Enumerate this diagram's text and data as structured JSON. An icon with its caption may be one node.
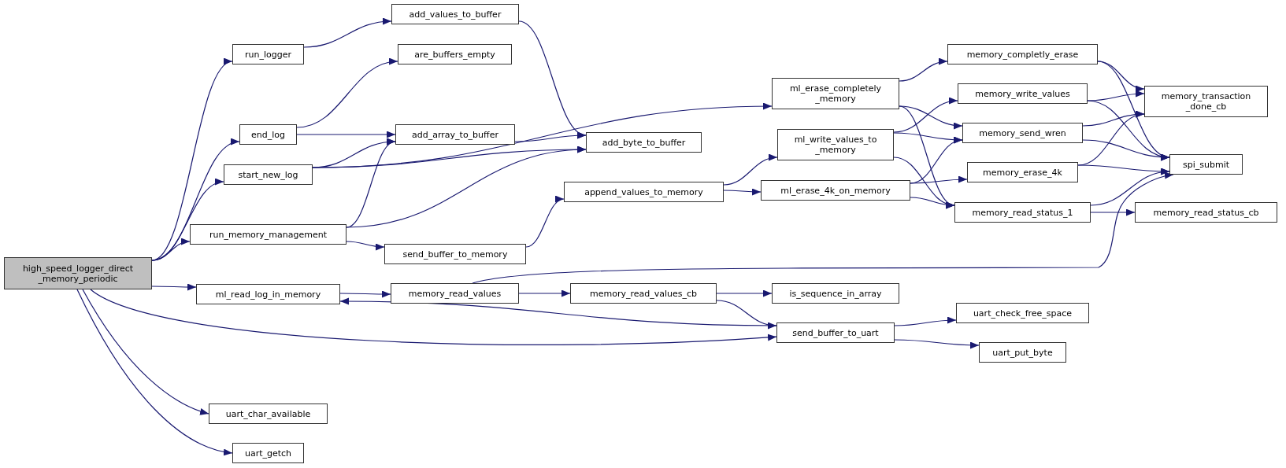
{
  "diagram": {
    "nodes": [
      {
        "text": [
          "high_speed_logger_direct _memory_periodic"
        ]
      },
      {
        "text": [
          "run_logger"
        ]
      },
      {
        "text": [
          "end_log"
        ]
      },
      {
        "text": [
          "start_new_log"
        ]
      },
      {
        "text": [
          "run_memory_management"
        ]
      },
      {
        "text": [
          "ml_read_log_in_memory"
        ]
      },
      {
        "text": [
          "uart_char_available"
        ]
      },
      {
        "text": [
          "uart_getch"
        ]
      },
      {
        "text": [
          "add_values_to_buffer"
        ]
      },
      {
        "text": [
          "are_buffers_empty"
        ]
      },
      {
        "text": [
          "add_array_to_buffer"
        ]
      },
      {
        "text": [
          "add_byte_to_buffer"
        ]
      },
      {
        "text": [
          "send_buffer_to_memory"
        ]
      },
      {
        "text": [
          "append_values_to_memory"
        ]
      },
      {
        "text": [
          "memory_read_values"
        ]
      },
      {
        "text": [
          "memory_read_values_cb"
        ]
      },
      {
        "text": [
          "ml_erase_completely _memory"
        ]
      },
      {
        "text": [
          "ml_write_values_to _memory"
        ]
      },
      {
        "text": [
          "ml_erase_4k_on_memory"
        ]
      },
      {
        "text": [
          "is_sequence_in_array"
        ]
      },
      {
        "text": [
          "send_buffer_to_uart"
        ]
      },
      {
        "text": [
          "memory_completly_erase"
        ]
      },
      {
        "text": [
          "memory_write_values"
        ]
      },
      {
        "text": [
          "memory_send_wren"
        ]
      },
      {
        "text": [
          "memory_erase_4k"
        ]
      },
      {
        "text": [
          "memory_read_status_1"
        ]
      },
      {
        "text": [
          "memory_transaction _done_cb"
        ]
      },
      {
        "text": [
          "spi_submit"
        ]
      },
      {
        "text": [
          "memory_read_status_cb"
        ]
      },
      {
        "text": [
          "uart_check_free_space"
        ]
      },
      {
        "text": [
          "uart_put_byte"
        ]
      }
    ],
    "edges": [
      {
        "from": 0,
        "to": 1,
        "arrow": "to"
      },
      {
        "from": 0,
        "to": 2,
        "arrow": "to"
      },
      {
        "from": 0,
        "to": 3,
        "arrow": "to"
      },
      {
        "from": 0,
        "to": 4,
        "arrow": "to"
      },
      {
        "from": 0,
        "to": 5,
        "arrow": "to"
      },
      {
        "from": 0,
        "to": 20,
        "arrow": "to"
      },
      {
        "from": 0,
        "to": 6,
        "arrow": "to"
      },
      {
        "from": 0,
        "to": 7,
        "arrow": "to"
      },
      {
        "from": 1,
        "to": 8,
        "arrow": "to"
      },
      {
        "from": 2,
        "to": 9,
        "arrow": "to"
      },
      {
        "from": 2,
        "to": 10,
        "arrow": "to"
      },
      {
        "from": 3,
        "to": 10,
        "arrow": "to"
      },
      {
        "from": 3,
        "to": 11,
        "arrow": "to"
      },
      {
        "from": 3,
        "to": 16,
        "arrow": "to"
      },
      {
        "from": 4,
        "to": 10,
        "arrow": "to"
      },
      {
        "from": 4,
        "to": 11,
        "arrow": "to"
      },
      {
        "from": 4,
        "to": 12,
        "arrow": "to"
      },
      {
        "from": 8,
        "to": 11,
        "arrow": "to"
      },
      {
        "from": 10,
        "to": 11,
        "arrow": "to"
      },
      {
        "from": 12,
        "to": 13,
        "arrow": "to"
      },
      {
        "from": 13,
        "to": 17,
        "arrow": "to"
      },
      {
        "from": 13,
        "to": 18,
        "arrow": "to"
      },
      {
        "from": 5,
        "to": 14,
        "arrow": "to"
      },
      {
        "from": 14,
        "to": 15,
        "arrow": "to"
      },
      {
        "from": 14,
        "to": 27,
        "arrow": "to"
      },
      {
        "from": 15,
        "to": 19,
        "arrow": "to"
      },
      {
        "from": 15,
        "to": 20,
        "arrow": "to"
      },
      {
        "from": 20,
        "to": 5,
        "arrow": "to"
      },
      {
        "from": 20,
        "to": 29,
        "arrow": "to"
      },
      {
        "from": 20,
        "to": 30,
        "arrow": "to"
      },
      {
        "from": 16,
        "to": 21,
        "arrow": "to"
      },
      {
        "from": 16,
        "to": 23,
        "arrow": "to"
      },
      {
        "from": 16,
        "to": 25,
        "arrow": "to"
      },
      {
        "from": 17,
        "to": 22,
        "arrow": "to"
      },
      {
        "from": 17,
        "to": 23,
        "arrow": "to"
      },
      {
        "from": 17,
        "to": 25,
        "arrow": "to"
      },
      {
        "from": 18,
        "to": 23,
        "arrow": "to"
      },
      {
        "from": 18,
        "to": 24,
        "arrow": "to"
      },
      {
        "from": 18,
        "to": 25,
        "arrow": "to"
      },
      {
        "from": 21,
        "to": 26,
        "arrow": "to"
      },
      {
        "from": 21,
        "to": 27,
        "arrow": "to"
      },
      {
        "from": 22,
        "to": 26,
        "arrow": "to"
      },
      {
        "from": 22,
        "to": 27,
        "arrow": "to"
      },
      {
        "from": 23,
        "to": 26,
        "arrow": "to"
      },
      {
        "from": 23,
        "to": 27,
        "arrow": "to"
      },
      {
        "from": 24,
        "to": 26,
        "arrow": "to"
      },
      {
        "from": 24,
        "to": 27,
        "arrow": "to"
      },
      {
        "from": 25,
        "to": 27,
        "arrow": "to"
      },
      {
        "from": 25,
        "to": 28,
        "arrow": "to"
      }
    ]
  }
}
